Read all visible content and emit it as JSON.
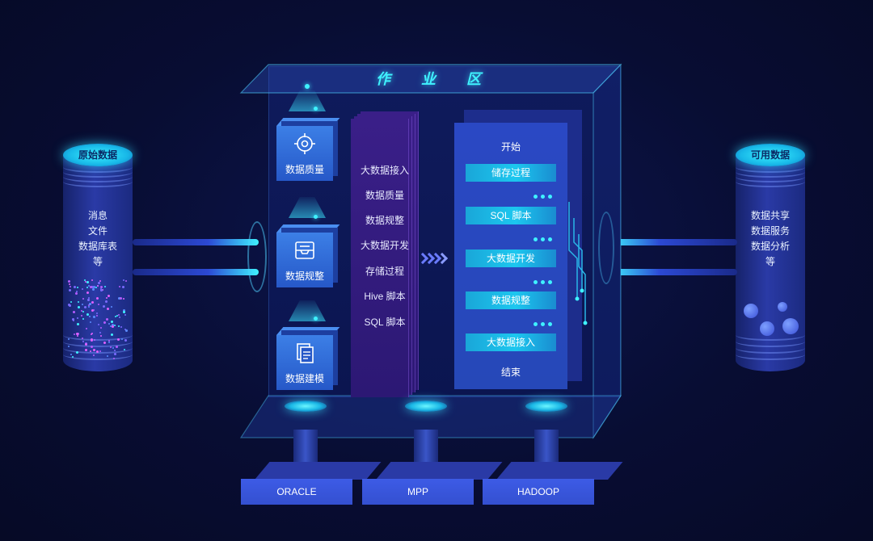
{
  "left_cylinder": {
    "title": "原始数据",
    "lines": [
      "消息",
      "文件",
      "数据库表",
      "等"
    ]
  },
  "right_cylinder": {
    "title": "可用数据",
    "lines": [
      "数据共享",
      "数据服务",
      "数据分析",
      "等"
    ]
  },
  "work_area": {
    "title": "作业区",
    "cubes": [
      {
        "label": "数据质量",
        "icon": "target-icon"
      },
      {
        "label": "数据规整",
        "icon": "tray-icon"
      },
      {
        "label": "数据建模",
        "icon": "document-icon"
      }
    ],
    "list": [
      "大数据接入",
      "数据质量",
      "数据规整",
      "大数据开发",
      "存储过程",
      "Hive 脚本",
      "SQL 脚本"
    ],
    "process": {
      "start": "开始",
      "steps": [
        "储存过程",
        "SQL 脚本",
        "大数据开发",
        "数据规整",
        "大数据接入"
      ],
      "end": "结束"
    }
  },
  "databases": [
    "ORACLE",
    "MPP",
    "HADOOP"
  ],
  "colors": {
    "background": "#080d33",
    "accent": "#3ff2ff",
    "cube": "#2658c8",
    "panel": "#3a1f88",
    "db": "#3d5be6"
  }
}
